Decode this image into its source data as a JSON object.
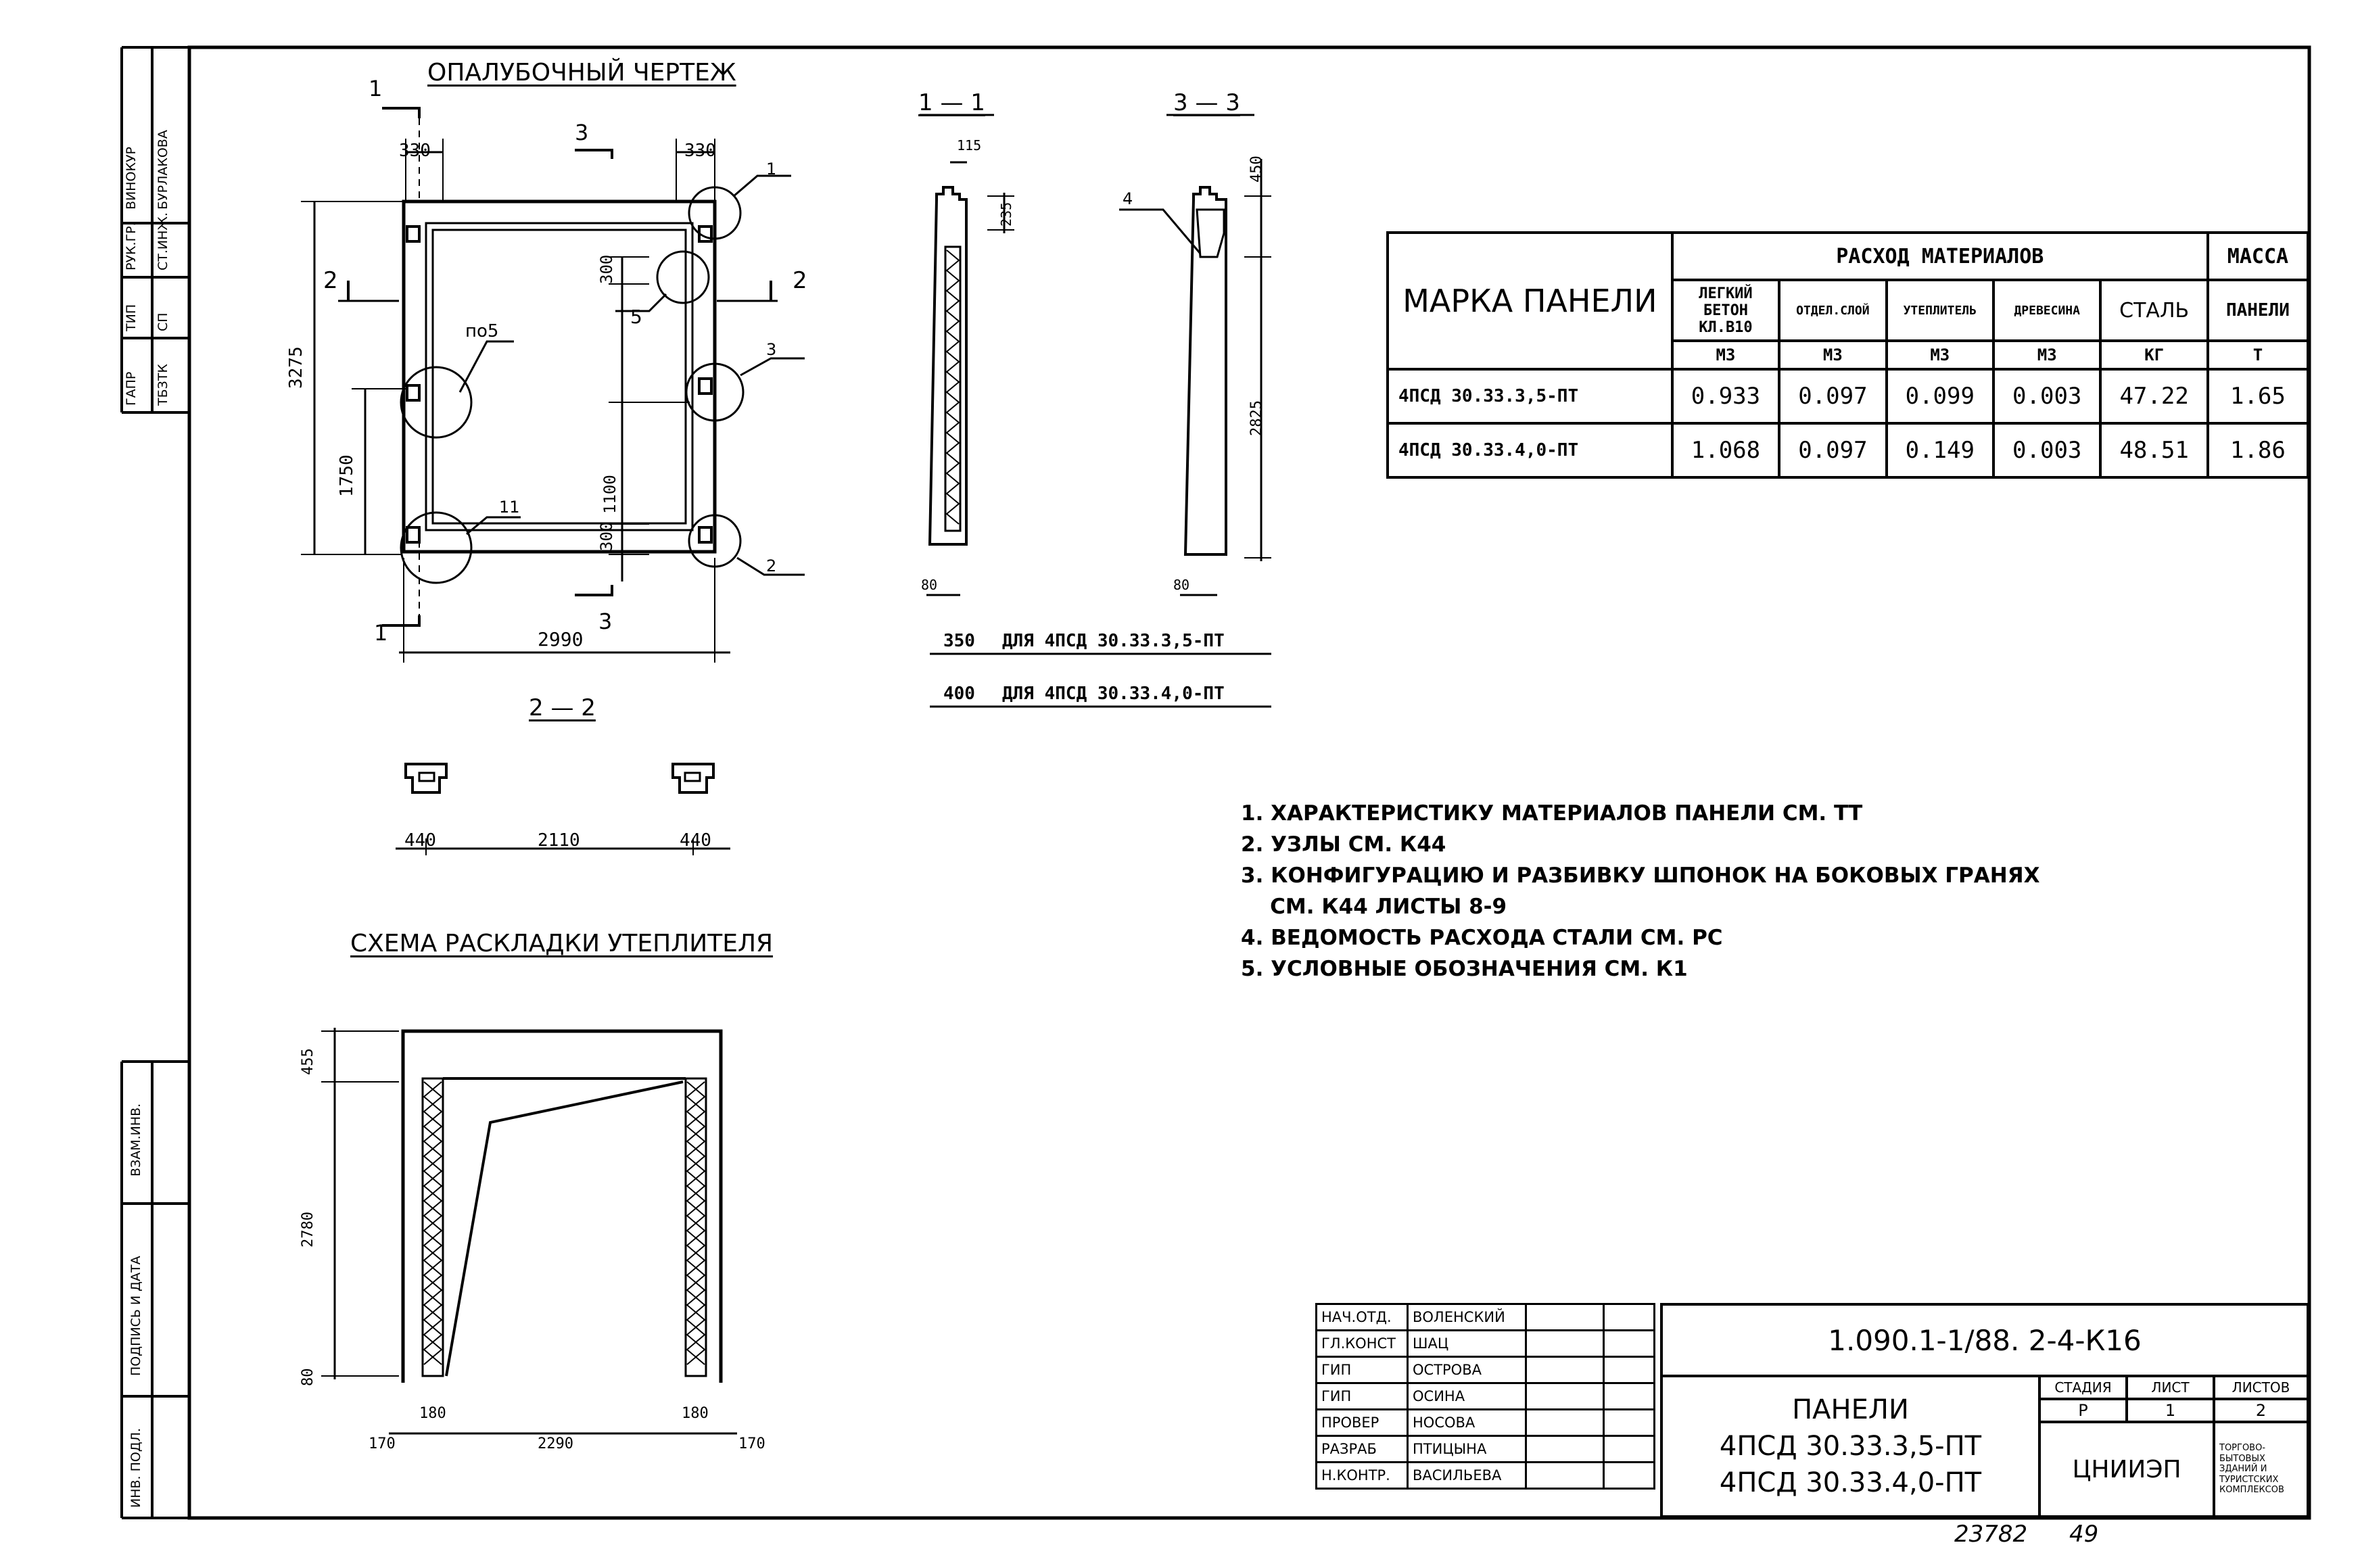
{
  "side_stamp": {
    "row1": [
      "ГАПР",
      "ТИП",
      "РУК.ГР.",
      "ВИНОКУР"
    ],
    "row2": [
      "ТБЗТК",
      "СП",
      "СТ.ИНЖ.",
      "БУРЛАКОВА"
    ],
    "lower": [
      "ВЗАМ.ИНВ.",
      "ПОДПИСЬ И ДАТА",
      "ИНВ. ПОДЛ."
    ]
  },
  "formwork": {
    "title": "ОПАЛУБОЧНЫЙ ЧЕРТЕЖ",
    "dims": {
      "left_top_330": "330",
      "right_top_330": "330",
      "height_3275": "3275",
      "height_1750": "1750",
      "width_2990": "2990",
      "d300_top": "300",
      "d1100": "1100",
      "d300_bot": "300",
      "hole": "по5"
    },
    "markers": {
      "m1_top": "1",
      "m1_bot": "1",
      "m3_top": "3",
      "m3_bot": "3",
      "m2_left": "2",
      "m2_right": "2",
      "c1": "1",
      "c2": "2",
      "c3": "3",
      "c5": "5",
      "c11": "11"
    }
  },
  "section_22": {
    "title": "2 — 2",
    "dims": [
      "440",
      "2110",
      "440"
    ]
  },
  "section_11": {
    "title": "1 — 1",
    "dims": {
      "top": "115",
      "small": "235",
      "bottom": "80"
    }
  },
  "section_33": {
    "title": "3 — 3",
    "dims": {
      "top": "450",
      "height": "2825",
      "bottom": "80",
      "marker": "4"
    }
  },
  "variants": [
    {
      "dim": "350",
      "label": "ДЛЯ  4ПСД 30.33.3,5-ПТ"
    },
    {
      "dim": "400",
      "label": "ДЛЯ  4ПСД 30.33.4,0-ПТ"
    }
  ],
  "insulation": {
    "title": "СХЕМА РАСКЛАДКИ УТЕПЛИТЕЛЯ",
    "dims": {
      "top": "455",
      "height": "2780",
      "bottom": "80",
      "b180l": "180",
      "b180r": "180",
      "b170l": "170",
      "mid": "2290",
      "b170r": "170"
    }
  },
  "materials_table": {
    "head_mark": "МАРКА ПАНЕЛИ",
    "head_consumption": "РАСХОД МАТЕРИАЛОВ",
    "head_mass": "МАССА",
    "columns": [
      {
        "name": "ЛЕГКИЙ БЕТОН КЛ.В10",
        "unit": "М3"
      },
      {
        "name": "ОТДЕЛ.СЛОЙ",
        "unit": "М3"
      },
      {
        "name": "УТЕПЛИТЕЛЬ",
        "unit": "М3"
      },
      {
        "name": "ДРЕВЕСИНА",
        "unit": "М3"
      },
      {
        "name": "СТАЛЬ",
        "unit": "КГ"
      },
      {
        "name": "ПАНЕЛИ",
        "unit": "Т"
      }
    ],
    "rows": [
      {
        "mark": "4ПСД 30.33.3,5-ПТ",
        "values": [
          "0.933",
          "0.097",
          "0.099",
          "0.003",
          "47.22",
          "1.65"
        ]
      },
      {
        "mark": "4ПСД 30.33.4,0-ПТ",
        "values": [
          "1.068",
          "0.097",
          "0.149",
          "0.003",
          "48.51",
          "1.86"
        ]
      }
    ]
  },
  "notes": [
    "1. ХАРАКТЕРИСТИКУ МАТЕРИАЛОВ ПАНЕЛИ СМ. ТТ",
    "2. УЗЛЫ СМ. К44",
    "3. КОНФИГУРАЦИЮ И РАЗБИВКУ ШПОНОК НА БОКОВЫХ ГРАНЯХ",
    "    СМ. К44 ЛИСТЫ 8-9",
    "4. ВЕДОМОСТЬ РАСХОДА СТАЛИ СМ. РС",
    "5. УСЛОВНЫЕ ОБОЗНАЧЕНИЯ СМ. К1"
  ],
  "signatures": [
    {
      "role": "НАЧ.ОТД.",
      "name": "ВОЛЕНСКИЙ"
    },
    {
      "role": "ГЛ.КОНСТ",
      "name": "ШАЦ"
    },
    {
      "role": "ГИП",
      "name": "ОСТРОВА"
    },
    {
      "role": "ГИП",
      "name": "ОСИНА"
    },
    {
      "role": "ПРОВЕР",
      "name": "НОСОВА"
    },
    {
      "role": "РАЗРАБ",
      "name": "ПТИЦЫНА"
    },
    {
      "role": "Н.КОНТР.",
      "name": "ВАСИЛЬЕВА"
    }
  ],
  "title_block": {
    "code": "1.090.1-1/88. 2-4-К16",
    "name_line1": "ПАНЕЛИ",
    "name_line2": "4ПСД 30.33.3,5-ПТ",
    "name_line3": "4ПСД 30.33.4,0-ПТ",
    "stage_label": "СТАДИЯ",
    "sheet_label": "ЛИСТ",
    "sheets_label": "ЛИСТОВ",
    "stage": "Р",
    "sheet": "1",
    "sheets": "2",
    "org": "ЦНИИЭП",
    "org_desc": "ТОРГОВО-БЫТОВЫХ ЗДАНИЙ И ТУРИСТСКИХ КОМПЛЕКСОВ"
  },
  "footer": {
    "inv": "23782",
    "page": "49"
  }
}
